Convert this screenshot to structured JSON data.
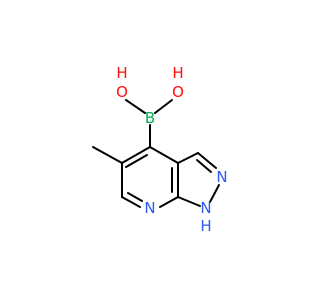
{
  "molecule": {
    "atoms": {
      "oh_left": "OH",
      "oh_left_o": "O",
      "oh_left_h": "H",
      "oh_right_o": "O",
      "oh_right_h": "H",
      "boron": "B",
      "n_ring": "N",
      "n_pyrazole": "N",
      "nh_n": "N",
      "nh_h": "H"
    },
    "colors": {
      "bond": "#000000",
      "oxygen": "#ff0d0d",
      "boron": "#00b050",
      "nitrogen": "#2b5bf0"
    }
  }
}
